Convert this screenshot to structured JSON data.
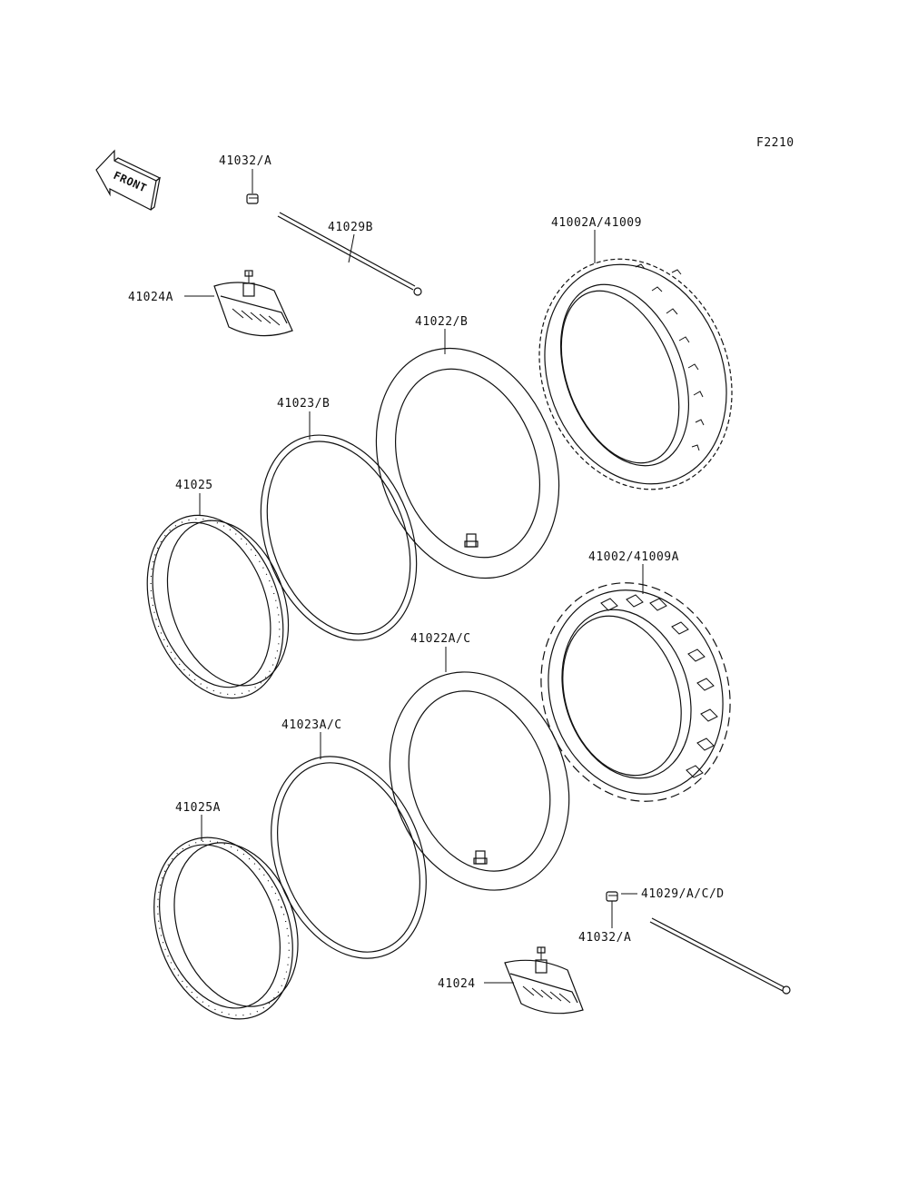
{
  "figure_code": "F2210",
  "front_arrow_text": "FRONT",
  "labels": {
    "valve_cap_upper": "41032/A",
    "spoke_upper": "41029B",
    "rim_band_upper": "41024A",
    "tube_upper": "41022/B",
    "tire_upper": "41002A/41009",
    "tube_liner_upper": "41023/B",
    "rim_upper": "41025",
    "tire_lower": "41002/41009A",
    "tube_lower": "41022A/C",
    "tube_liner_lower": "41023A/C",
    "rim_lower": "41025A",
    "spoke_lower": "41029/A/C/D",
    "valve_cap_lower": "41032/A",
    "rim_band_lower": "41024"
  }
}
